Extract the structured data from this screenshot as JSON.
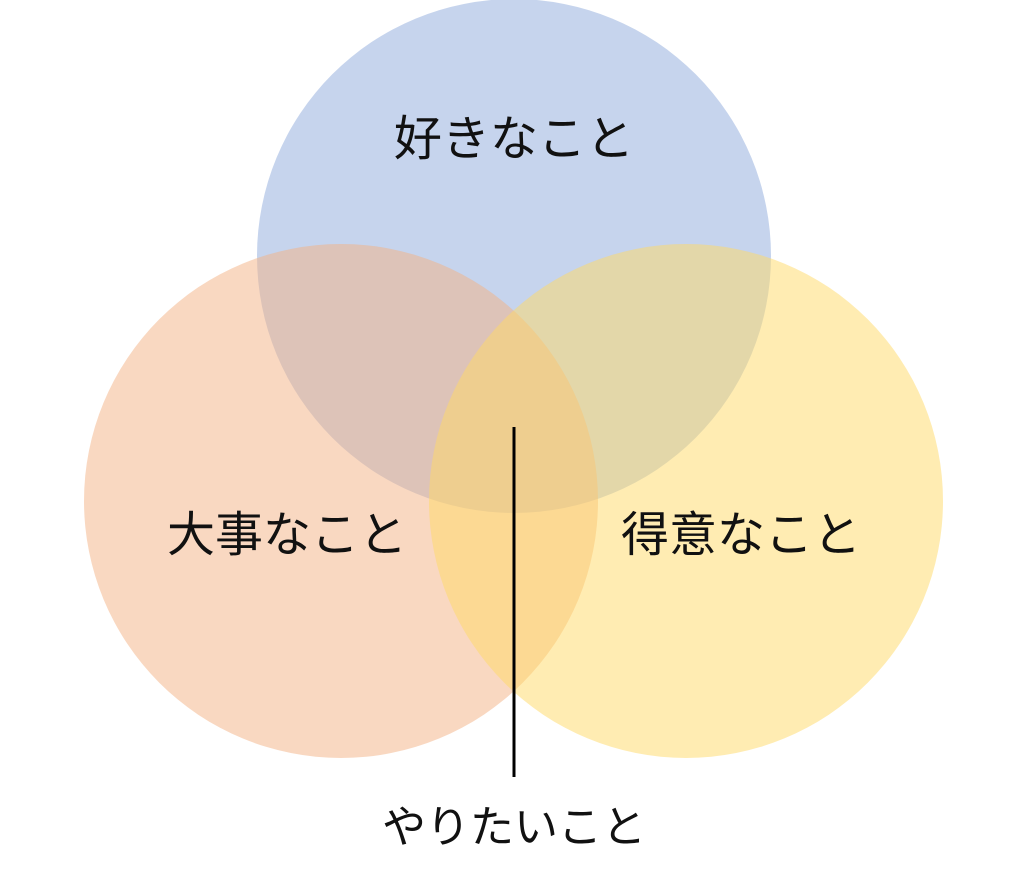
{
  "diagram": {
    "circles": [
      {
        "id": "like",
        "label": "好きなこと",
        "color": "#8EA9DB",
        "opacity": 0.5
      },
      {
        "id": "important",
        "label": "大事なこと",
        "color": "#F4B183",
        "opacity": 0.5
      },
      {
        "id": "good-at",
        "label": "得意なこと",
        "color": "#FFD966",
        "opacity": 0.5
      }
    ],
    "center_label": "やりたいこと",
    "pointer_color": "#000000"
  }
}
